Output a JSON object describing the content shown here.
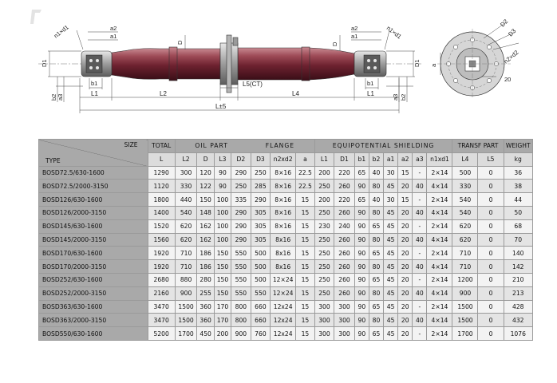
{
  "drawing": {
    "labels": {
      "n1xd1_left": "n1×d1",
      "a2_left": "a2",
      "a1_left": "a1",
      "D_mid": "D",
      "D_right": "D",
      "D1_left": "D1",
      "b1_left": "b1",
      "b2_left": "b2",
      "a3_left": "a3",
      "L1_left": "L1",
      "L2": "L2",
      "L5": "L5(CT)",
      "L4": "L4",
      "L_total": "L±5",
      "a2_right": "a2",
      "a1_right": "a1",
      "n1xd1_right": "n1×d1",
      "D1_right": "D1",
      "b1_right": "b1",
      "L1_right": "L1",
      "a3_right": "a3",
      "b2_right": "b2",
      "D2": "D2",
      "D3": "D3",
      "n2xd2": "n2×d2",
      "a_end": "a",
      "dim20": "20"
    }
  },
  "table": {
    "corner_size": "SIZE",
    "corner_type": "TYPE",
    "groups": {
      "total": "TOTAL",
      "oil_part": "OIL PART",
      "flange": "FLANGE",
      "equipotential": "EQUIPOTENTIAL SHIELDING",
      "transf": "TRANSF PART",
      "weight": "WEIGHT"
    },
    "columns": [
      "L",
      "L2",
      "D",
      "L3",
      "D2",
      "D3",
      "n2xd2",
      "a",
      "L1",
      "D1",
      "b1",
      "b2",
      "a1",
      "a2",
      "a3",
      "n1xd1",
      "L4",
      "L5",
      "kg"
    ],
    "rows": [
      [
        "BOSD72.5/630-1600",
        "1290",
        "300",
        "120",
        "90",
        "290",
        "250",
        "8×16",
        "22.5",
        "200",
        "220",
        "65",
        "40",
        "30",
        "15",
        "-",
        "2×14",
        "500",
        "0",
        "36"
      ],
      [
        "BOSD72.5/2000-3150",
        "1120",
        "330",
        "122",
        "90",
        "250",
        "285",
        "8×16",
        "22.5",
        "250",
        "260",
        "90",
        "80",
        "45",
        "20",
        "40",
        "4×14",
        "330",
        "0",
        "38"
      ],
      [
        "BOSD126/630-1600",
        "1800",
        "440",
        "150",
        "100",
        "335",
        "290",
        "8×16",
        "15",
        "200",
        "220",
        "65",
        "40",
        "30",
        "15",
        "-",
        "2×14",
        "540",
        "0",
        "44"
      ],
      [
        "BOSD126/2000-3150",
        "1400",
        "540",
        "148",
        "100",
        "290",
        "305",
        "8×16",
        "15",
        "250",
        "260",
        "90",
        "80",
        "45",
        "20",
        "40",
        "4×14",
        "540",
        "0",
        "50"
      ],
      [
        "BOSD145/630-1600",
        "1520",
        "620",
        "162",
        "100",
        "290",
        "305",
        "8×16",
        "15",
        "230",
        "240",
        "90",
        "65",
        "45",
        "20",
        "-",
        "2×14",
        "620",
        "0",
        "68"
      ],
      [
        "BOSD145/2000-3150",
        "1560",
        "620",
        "162",
        "100",
        "290",
        "305",
        "8x16",
        "15",
        "250",
        "260",
        "90",
        "80",
        "45",
        "20",
        "40",
        "4×14",
        "620",
        "0",
        "70"
      ],
      [
        "BOSD170/630-1600",
        "1920",
        "710",
        "186",
        "150",
        "550",
        "500",
        "8x16",
        "15",
        "250",
        "260",
        "90",
        "65",
        "45",
        "20",
        "-",
        "2×14",
        "710",
        "0",
        "140"
      ],
      [
        "BOSD170/2000-3150",
        "1920",
        "710",
        "186",
        "150",
        "550",
        "500",
        "8x16",
        "15",
        "250",
        "260",
        "90",
        "80",
        "45",
        "20",
        "40",
        "4×14",
        "710",
        "0",
        "142"
      ],
      [
        "BOSD252/630-1600",
        "2680",
        "880",
        "280",
        "150",
        "550",
        "500",
        "12×24",
        "15",
        "250",
        "260",
        "90",
        "65",
        "45",
        "20",
        "-",
        "2×14",
        "1200",
        "0",
        "210"
      ],
      [
        "BOSD252/2000-3150",
        "2160",
        "900",
        "255",
        "150",
        "550",
        "550",
        "12×24",
        "15",
        "250",
        "260",
        "90",
        "80",
        "45",
        "20",
        "40",
        "4×14",
        "900",
        "0",
        "213"
      ],
      [
        "BOSD363/630-1600",
        "3470",
        "1500",
        "360",
        "170",
        "800",
        "660",
        "12x24",
        "15",
        "300",
        "300",
        "90",
        "65",
        "45",
        "20",
        "-",
        "2×14",
        "1500",
        "0",
        "428"
      ],
      [
        "BOSD363/2000-3150",
        "3470",
        "1500",
        "360",
        "170",
        "800",
        "660",
        "12x24",
        "15",
        "300",
        "300",
        "90",
        "80",
        "45",
        "20",
        "40",
        "4×14",
        "1500",
        "0",
        "432"
      ],
      [
        "BOSD550/630-1600",
        "5200",
        "1700",
        "450",
        "200",
        "900",
        "760",
        "12x24",
        "15",
        "300",
        "300",
        "90",
        "65",
        "45",
        "20",
        "-",
        "2×14",
        "1700",
        "0",
        "1076"
      ]
    ]
  }
}
